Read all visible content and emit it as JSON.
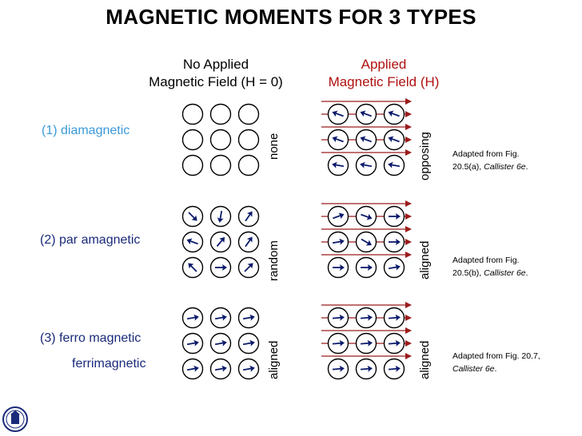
{
  "title": "MAGNETIC MOMENTS FOR 3 TYPES",
  "columns": {
    "no_field_line1": "No Applied",
    "no_field_line2": "Magnetic Field (H = 0)",
    "field_line1": "Applied",
    "field_line2": "Magnetic Field (H)"
  },
  "colors": {
    "applied": "#b01010",
    "diamag": "#3a9ad9",
    "label": "#1a2a7a",
    "field_arrow": "#9b1c1c"
  },
  "rows": [
    {
      "label": "(1) diamagnetic",
      "label2": "",
      "no_field_state": "none",
      "field_state": "opposing",
      "note_line1": "Adapted from Fig.",
      "note_line2_plain": "20.5(a), ",
      "note_line2_italic": "Callister 6e",
      "note_line2_end": ".",
      "no_field_angles": [
        null,
        null,
        null,
        null,
        null,
        null,
        null,
        null,
        null
      ],
      "field_angles": [
        160,
        160,
        160,
        160,
        160,
        160,
        170,
        170,
        170
      ]
    },
    {
      "label": "(2) par amagnetic",
      "label2": "",
      "no_field_state": "random",
      "field_state": "aligned",
      "note_line1": "Adapted from Fig.",
      "note_line2_plain": "20.5(b), ",
      "note_line2_italic": "Callister 6e",
      "note_line2_end": ".",
      "no_field_angles": [
        -45,
        -100,
        55,
        160,
        50,
        55,
        135,
        0,
        45
      ],
      "field_angles": [
        20,
        -20,
        0,
        10,
        -30,
        0,
        0,
        0,
        10
      ]
    },
    {
      "label": "(3) ferro  magnetic",
      "label2": "ferrimagnetic",
      "no_field_state": "aligned",
      "field_state": "aligned",
      "note_line1": "Adapted from Fig. 20.7,",
      "note_line2_plain": "",
      "note_line2_italic": "Callister 6e",
      "note_line2_end": ".",
      "no_field_angles": [
        10,
        10,
        10,
        10,
        10,
        10,
        10,
        10,
        10
      ],
      "field_angles": [
        5,
        5,
        5,
        5,
        5,
        5,
        5,
        5,
        5
      ]
    }
  ]
}
